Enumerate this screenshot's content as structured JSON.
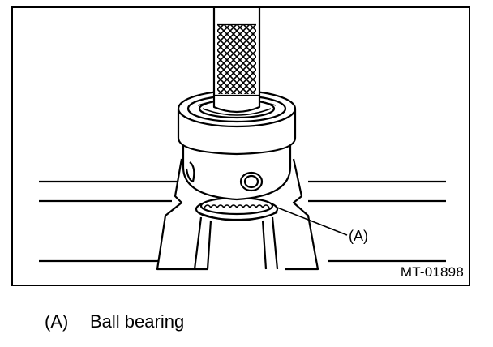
{
  "figure": {
    "callout_label": "(A)",
    "figure_code": "MT-01898"
  },
  "caption": {
    "marker": "(A)",
    "text": "Ball bearing"
  }
}
